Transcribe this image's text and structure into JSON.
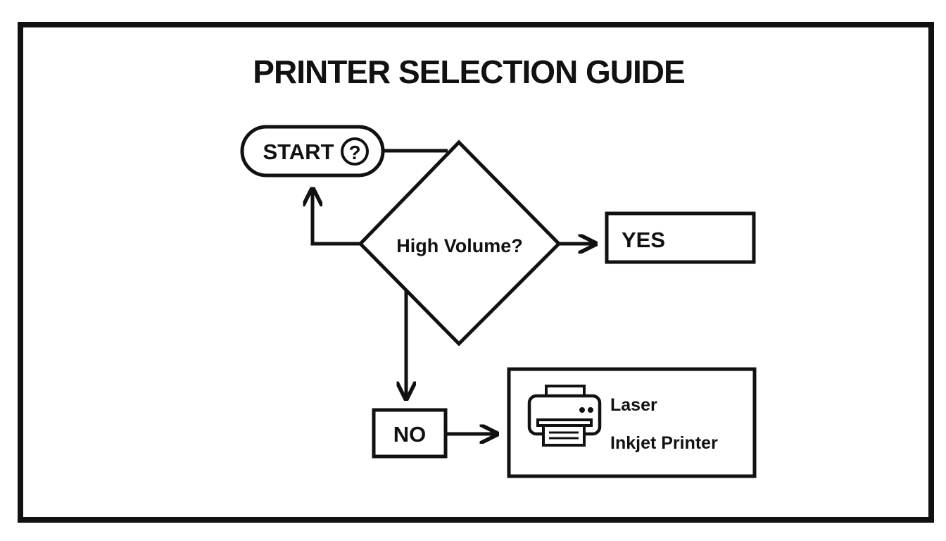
{
  "title": "PRINTER SELECTION GUIDE",
  "nodes": {
    "start": {
      "label": "START",
      "icon": "question-icon",
      "icon_glyph": "?"
    },
    "decision": {
      "label": "High Volume?"
    },
    "yes": {
      "label": "YES"
    },
    "no": {
      "label": "NO"
    },
    "result": {
      "icon": "printer-icon",
      "line1": "Laser",
      "line2": "Inkjet Printer"
    }
  },
  "colors": {
    "stroke": "#111111",
    "background": "#ffffff"
  }
}
